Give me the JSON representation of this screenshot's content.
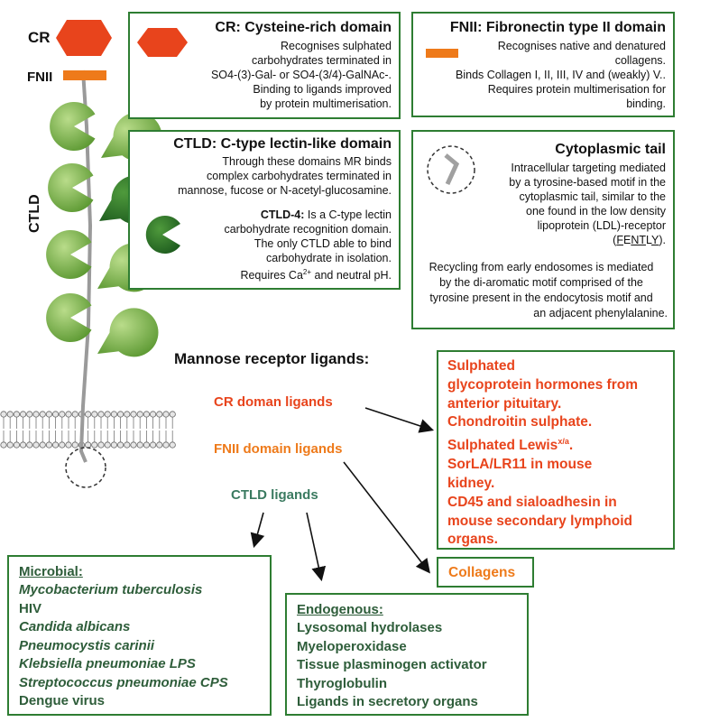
{
  "receptor": {
    "cr_label": "CR",
    "fnii_label": "FNII",
    "ctld_label": "CTLD"
  },
  "cr_box": {
    "title": "CR: Cysteine-rich domain",
    "lines": [
      "Recognises sulphated",
      "carbohydrates terminated in",
      "SO4-(3)-Gal- or SO4-(3/4)-GalNAc-.",
      "Binding to ligands improved",
      "by protein multimerisation."
    ]
  },
  "fnii_box": {
    "title": "FNII: Fibronectin type II domain",
    "lines": [
      "Recognises native and denatured",
      "collagens.",
      "Binds Collagen I, II, III, IV and (weakly) V..",
      "Requires protein multimerisation for",
      "binding."
    ]
  },
  "ctld_box": {
    "title": "CTLD: C-type lectin-like domain",
    "lines": [
      "Through these domains MR binds",
      "complex carbohydrates terminated in",
      "mannose, fucose or N-acetyl-glucosamine."
    ],
    "ctld4_bold": "CTLD-4:",
    "ctld4_lines": [
      " Is a C-type lectin",
      "carbohydrate recognition domain.",
      "The only CTLD able to bind",
      "carbohydrate in isolation."
    ],
    "req_prefix": "Requires Ca",
    "req_sup": "2+",
    "req_suffix": " and neutral pH."
  },
  "cyto_box": {
    "title": "Cytoplasmic tail",
    "lines": [
      "Intracellular targeting mediated",
      "by a tyrosine-based motif in the",
      "cytoplasmic tail, similar to the",
      "one found in the low density",
      "lipoprotein (LDL)-receptor"
    ],
    "motif_open": "(",
    "motif_f": "F",
    "motif_e": "E",
    "motif_nt": "NT",
    "motif_l": "L",
    "motif_y": "Y",
    "motif_close": ").",
    "lines2": [
      "Recycling from early endosomes is mediated",
      "by the di-aromatic motif comprised of the",
      "tyrosine present in the endocytosis motif and",
      "an adjacent phenylalanine."
    ]
  },
  "ligands": {
    "heading": "Mannose receptor ligands:",
    "cr_label": "CR doman ligands",
    "fnii_label": "FNII domain ligands",
    "ctld_label": "CTLD ligands",
    "cr_list": [
      "Sulphated",
      "glycoprotein hormones from",
      "anterior pituitary.",
      "Chondroitin sulphate."
    ],
    "lewis_prefix": "Sulphated Lewis",
    "lewis_sup": "x/a",
    "lewis_suffix": ".",
    "cr_list2": [
      "SorLA/LR11 in mouse",
      "kidney.",
      "CD45 and sialoadhesin in",
      "mouse secondary lymphoid",
      "organs."
    ],
    "collagens": "Collagens",
    "microbial_heading": "Microbial:",
    "microbial": [
      {
        "text": "Mycobacterium tuberculosis",
        "italic": true
      },
      {
        "text": "HIV",
        "italic": false
      },
      {
        "text": "Candida albicans",
        "italic": true
      },
      {
        "text": "Pneumocystis carinii",
        "italic": true
      },
      {
        "text": "Klebsiella pneumoniae LPS",
        "italic": true
      },
      {
        "text": "Streptococcus pneumoniae CPS",
        "italic": true
      },
      {
        "text": "Dengue virus",
        "italic": false
      }
    ],
    "endogenous_heading": "Endogenous:",
    "endogenous": [
      "Lysosomal hydrolases",
      "Myeloperoxidase",
      "Tissue plasminogen activator",
      "Thyroglobulin",
      "Ligands in secretory organs"
    ]
  },
  "colors": {
    "cr_red": "#e8441c",
    "fnii_orange": "#ee7a1a",
    "ctld_green": "#7fb84a",
    "ctld4_green": "#2e7a2e",
    "box_border": "#2e7d32",
    "ctld_text": "#3a7a60"
  }
}
